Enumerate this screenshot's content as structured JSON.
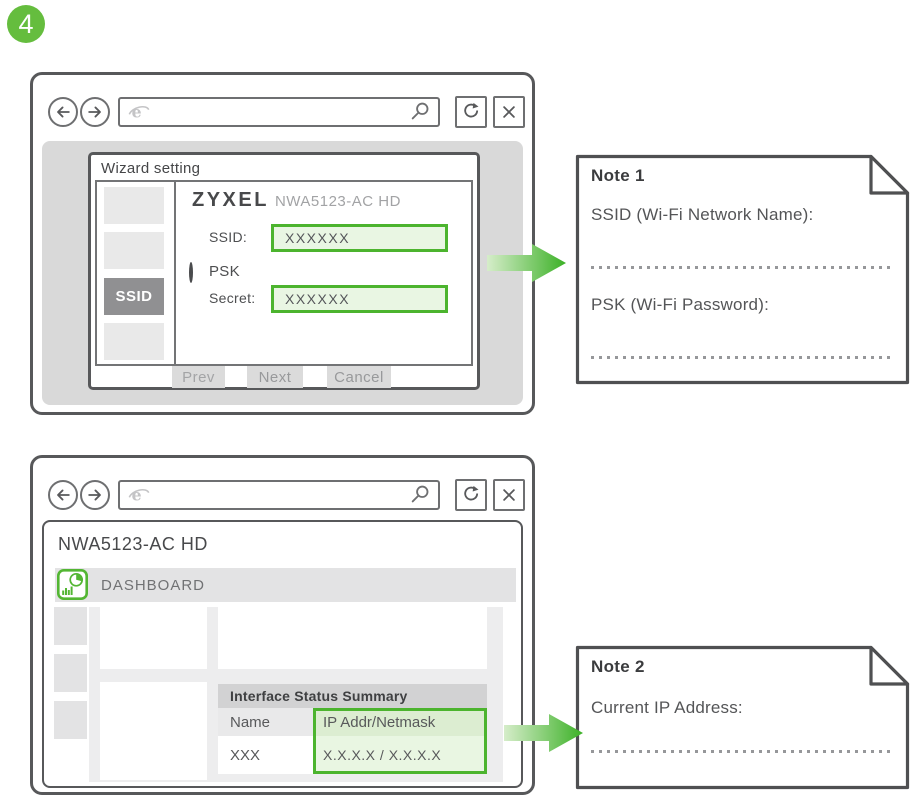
{
  "page": {
    "step_number": "4"
  },
  "colors": {
    "green": "#53b633",
    "badge_green": "#65bd3e",
    "highlight_border": "#4cb42e",
    "input_fill": "#e9f6e3",
    "table_header_fill": "#dcedd1",
    "arrow_gradient_start": "#d6edca",
    "arrow_gradient_end": "#3cb127"
  },
  "icons": {
    "toolbar": [
      "back-arrow",
      "forward-arrow",
      "browser-engine-e",
      "magnifier",
      "refresh",
      "close"
    ],
    "dashboard_icon": "pie-chart-and-bars"
  },
  "wizard_window": {
    "dialog_title": "Wizard setting",
    "brand": "ZYXEL",
    "model": "NWA5123-AC HD",
    "sidebar_active_step": "SSID",
    "ssid_label": "SSID:",
    "ssid_value": "XXXXXX",
    "psk_option": "PSK",
    "secret_label": "Secret:",
    "secret_value": "XXXXXX",
    "buttons": [
      "Prev",
      "Next",
      "Cancel"
    ]
  },
  "note1": {
    "title": "Note 1",
    "fields": [
      {
        "label": "SSID (Wi-Fi Network Name):"
      },
      {
        "label": "PSK (Wi-Fi Password):"
      }
    ]
  },
  "dashboard_window": {
    "device_title": "NWA5123-AC HD",
    "nav_label": "DASHBOARD",
    "table": {
      "title": "Interface Status Summary",
      "columns": [
        "Name",
        "IP Addr/Netmask"
      ],
      "rows": [
        [
          "XXX",
          "X.X.X.X / X.X.X.X"
        ]
      ]
    }
  },
  "note2": {
    "title": "Note 2",
    "fields": [
      {
        "label": "Current IP Address:"
      }
    ]
  }
}
